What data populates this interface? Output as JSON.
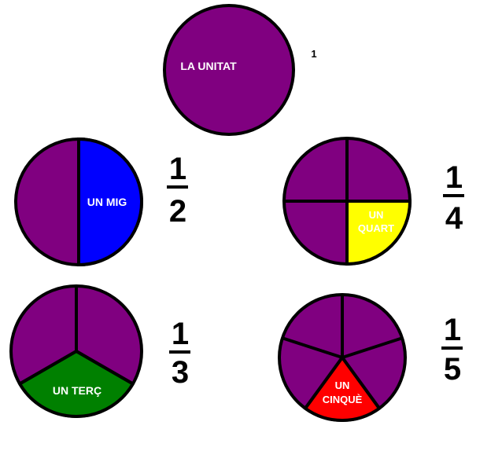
{
  "colors": {
    "base": "#800080",
    "stroke": "#000000",
    "text": "#ffffff"
  },
  "unit": {
    "label": "LA UNITAT",
    "value": "1"
  },
  "fractions": [
    {
      "id": "half",
      "numerator": "1",
      "denominator": "2",
      "parts": 2,
      "label": "UN MIG",
      "highlight_color": "#0000ff"
    },
    {
      "id": "quarter",
      "numerator": "1",
      "denominator": "4",
      "parts": 4,
      "label_line1": "UN",
      "label_line2": "QUART",
      "highlight_color": "#ffff00"
    },
    {
      "id": "third",
      "numerator": "1",
      "denominator": "3",
      "parts": 3,
      "label": "UN TERÇ",
      "highlight_color": "#008000"
    },
    {
      "id": "fifth",
      "numerator": "1",
      "denominator": "5",
      "parts": 5,
      "label_line1": "UN",
      "label_line2": "CINQUÈ",
      "highlight_color": "#ff0000"
    }
  ]
}
